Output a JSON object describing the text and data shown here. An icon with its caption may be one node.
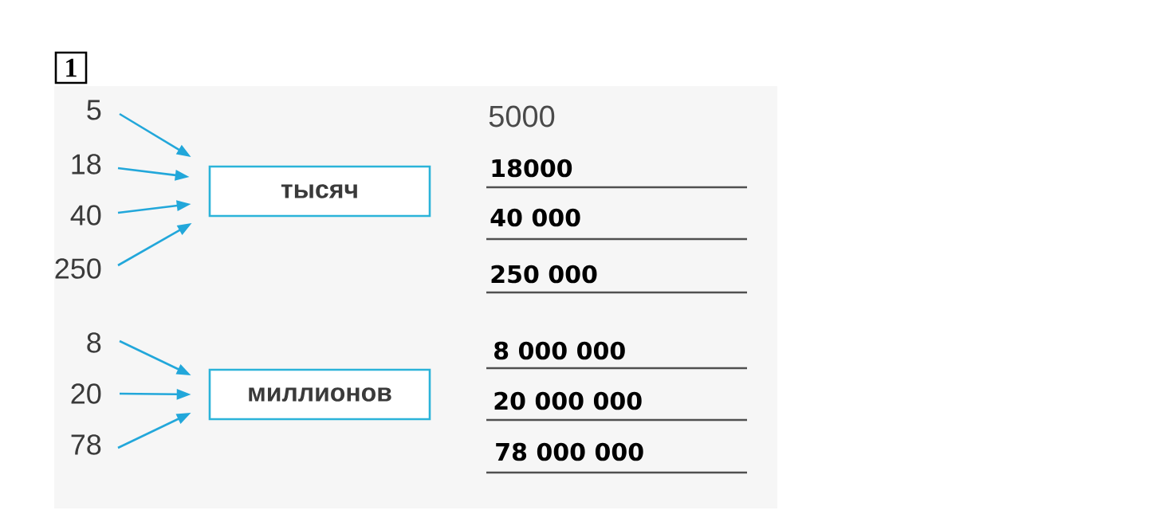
{
  "diagram": {
    "nodes": [
      {
        "text": [
          "1"
        ]
      },
      {
        "text": [
          "5"
        ]
      },
      {
        "text": [
          "18"
        ]
      },
      {
        "text": [
          "40"
        ]
      },
      {
        "text": [
          "250"
        ]
      },
      {
        "text": [
          "тысяч"
        ]
      },
      {
        "text": [
          "8"
        ]
      },
      {
        "text": [
          "20"
        ]
      },
      {
        "text": [
          "78"
        ]
      },
      {
        "text": [
          "миллионов"
        ]
      }
    ],
    "edges": [
      {
        "from": 1,
        "to": 5,
        "arrow": "to"
      },
      {
        "from": 2,
        "to": 5,
        "arrow": "to"
      },
      {
        "from": 3,
        "to": 5,
        "arrow": "to"
      },
      {
        "from": 4,
        "to": 5,
        "arrow": "to"
      },
      {
        "from": 6,
        "to": 9,
        "arrow": "to"
      },
      {
        "from": 7,
        "to": 9,
        "arrow": "to"
      },
      {
        "from": 8,
        "to": 9,
        "arrow": "to"
      }
    ],
    "labels": [
      "5000",
      "18000",
      "40 000",
      "250 000",
      "8 000 000",
      "20 000 000",
      "78 000 000"
    ]
  }
}
